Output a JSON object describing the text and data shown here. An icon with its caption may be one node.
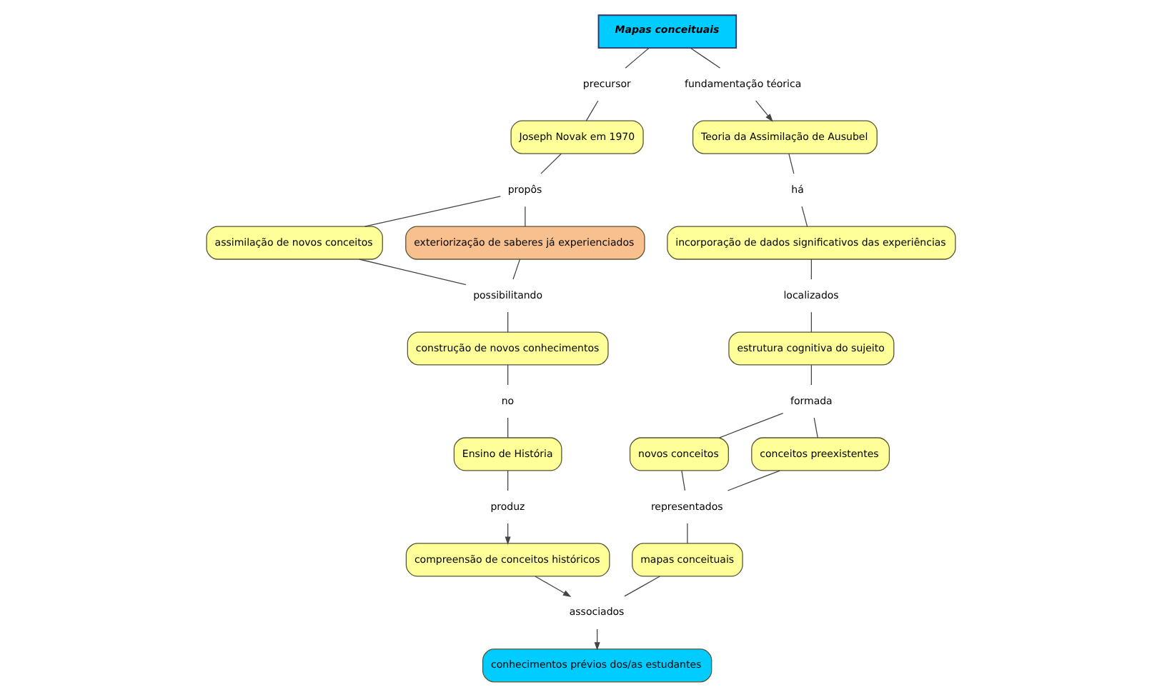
{
  "diagram": {
    "nodes": [
      {
        "text": [
          "Mapas conceituais"
        ]
      },
      {
        "text": [
          "precursor"
        ]
      },
      {
        "text": [
          "Joseph Novak em 1970"
        ]
      },
      {
        "text": [
          "fundamentação téorica"
        ]
      },
      {
        "text": [
          "Teoria da Assimilação de Ausubel"
        ]
      },
      {
        "text": [
          "propôs"
        ]
      },
      {
        "text": [
          "há"
        ]
      },
      {
        "text": [
          "assimilação de novos conceitos"
        ]
      },
      {
        "text": [
          "exteriorização de saberes já experienciados"
        ]
      },
      {
        "text": [
          "incorporação de dados significativos das experiências"
        ]
      },
      {
        "text": [
          "localizados"
        ]
      },
      {
        "text": [
          "possibilitando"
        ]
      },
      {
        "text": [
          "estrutura cognitiva do sujeito"
        ]
      },
      {
        "text": [
          "construção de novos conhecimentos"
        ]
      },
      {
        "text": [
          "formada"
        ]
      },
      {
        "text": [
          "no"
        ]
      },
      {
        "text": [
          "novos conceitos"
        ]
      },
      {
        "text": [
          "conceitos preexistentes"
        ]
      },
      {
        "text": [
          "Ensino de História"
        ]
      },
      {
        "text": [
          "representados"
        ]
      },
      {
        "text": [
          "conhecimentos prévios dos/as estudantes"
        ]
      },
      {
        "text": [
          "produz"
        ]
      },
      {
        "text": [
          "compreensão de conceitos históricos"
        ]
      },
      {
        "text": [
          "associados"
        ]
      },
      {
        "text": [
          "mapas conceituais"
        ]
      }
    ],
    "edges": [
      {
        "from": 0,
        "to": 1,
        "arrow": "none"
      },
      {
        "from": 1,
        "to": 2,
        "arrow": "none"
      },
      {
        "from": 0,
        "to": 3,
        "arrow": "none"
      },
      {
        "from": 3,
        "to": 4,
        "arrow": "to"
      },
      {
        "from": 2,
        "to": 5,
        "arrow": "none"
      },
      {
        "from": 5,
        "to": 7,
        "arrow": "none"
      },
      {
        "from": 5,
        "to": 8,
        "arrow": "none"
      },
      {
        "from": 7,
        "to": 11,
        "arrow": "none"
      },
      {
        "from": 8,
        "to": 11,
        "arrow": "none"
      },
      {
        "from": 11,
        "to": 13,
        "arrow": "none"
      },
      {
        "from": 13,
        "to": 15,
        "arrow": "none"
      },
      {
        "from": 15,
        "to": 18,
        "arrow": "none"
      },
      {
        "from": 18,
        "to": 21,
        "arrow": "none"
      },
      {
        "from": 21,
        "to": 22,
        "arrow": "to"
      },
      {
        "from": 22,
        "to": 23,
        "arrow": "to"
      },
      {
        "from": 23,
        "to": 20,
        "arrow": "to"
      },
      {
        "from": 4,
        "to": 6,
        "arrow": "none"
      },
      {
        "from": 6,
        "to": 9,
        "arrow": "none"
      },
      {
        "from": 9,
        "to": 10,
        "arrow": "none"
      },
      {
        "from": 10,
        "to": 12,
        "arrow": "none"
      },
      {
        "from": 12,
        "to": 14,
        "arrow": "none"
      },
      {
        "from": 14,
        "to": 16,
        "arrow": "none"
      },
      {
        "from": 14,
        "to": 17,
        "arrow": "none"
      },
      {
        "from": 16,
        "to": 19,
        "arrow": "none"
      },
      {
        "from": 17,
        "to": 19,
        "arrow": "none"
      },
      {
        "from": 19,
        "to": 24,
        "arrow": "none"
      },
      {
        "from": 24,
        "to": 23,
        "arrow": "none"
      }
    ]
  }
}
